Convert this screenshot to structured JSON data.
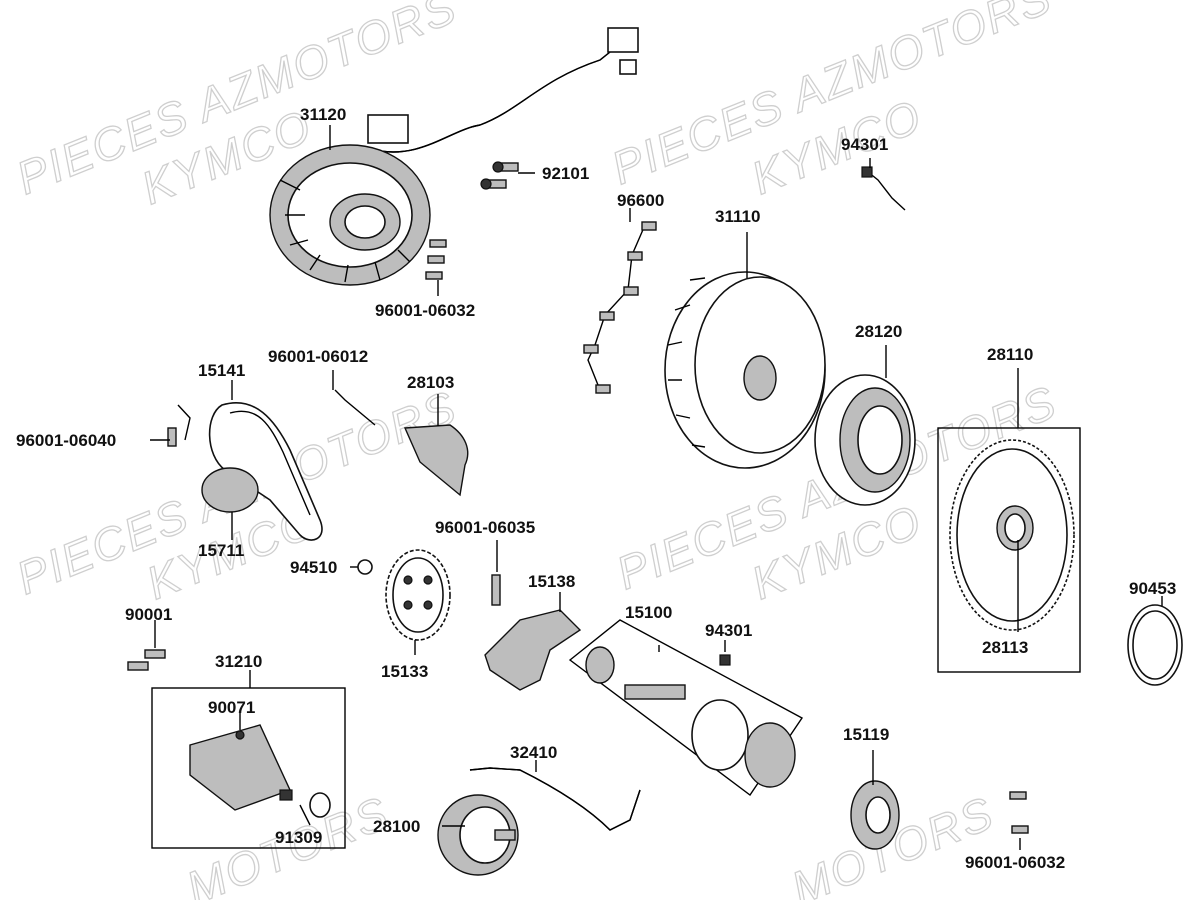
{
  "watermark": {
    "line1": "PIECES AZMOTORS",
    "line2": "KYMCO",
    "partial": "MOTORS"
  },
  "labels": {
    "p31120": "31120",
    "p92101": "92101",
    "p96001_06032_top": "96001-06032",
    "p94301_top": "94301",
    "p96600": "96600",
    "p31110": "31110",
    "p28120": "28120",
    "p28110": "28110",
    "p15141": "15141",
    "p96001_06012": "96001-06012",
    "p28103": "28103",
    "p96001_06040": "96001-06040",
    "p15711": "15711",
    "p94510": "94510",
    "p96001_06035": "96001-06035",
    "p15138": "15138",
    "p15100": "15100",
    "p94301_mid": "94301",
    "p28113": "28113",
    "p90453": "90453",
    "p90001": "90001",
    "p31210": "31210",
    "p90071": "90071",
    "p15133": "15133",
    "p32410": "32410",
    "p15119": "15119",
    "p91309": "91309",
    "p28100": "28100",
    "p96001_06032_bottom": "96001-06032"
  }
}
